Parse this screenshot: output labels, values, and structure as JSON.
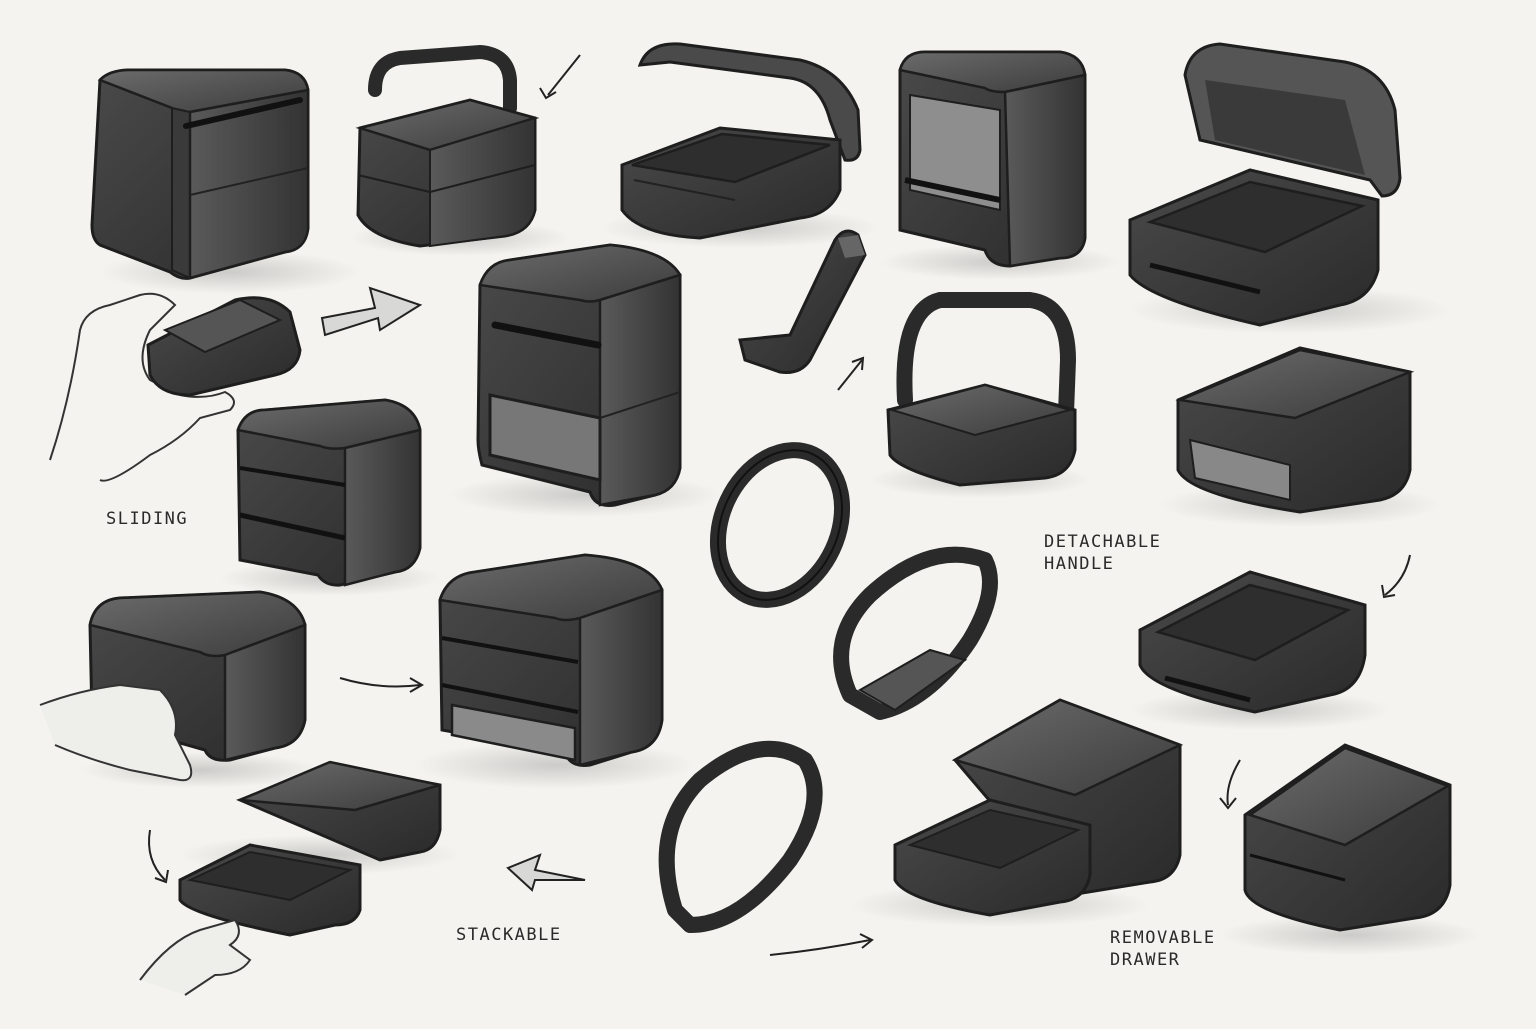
{
  "labels": {
    "sliding": "SLIDING",
    "detachable_handle": "DETACHABLE\nHANDLE",
    "stackable": "STACKABLE",
    "removable_drawer": "REMOVABLE\nDRAWER"
  },
  "colors": {
    "paper": "#f4f3ef",
    "graphite_dark": "#2e2e2e",
    "graphite_mid": "#555555",
    "graphite_light": "#8a8a8a",
    "ink": "#1e1e1e"
  }
}
